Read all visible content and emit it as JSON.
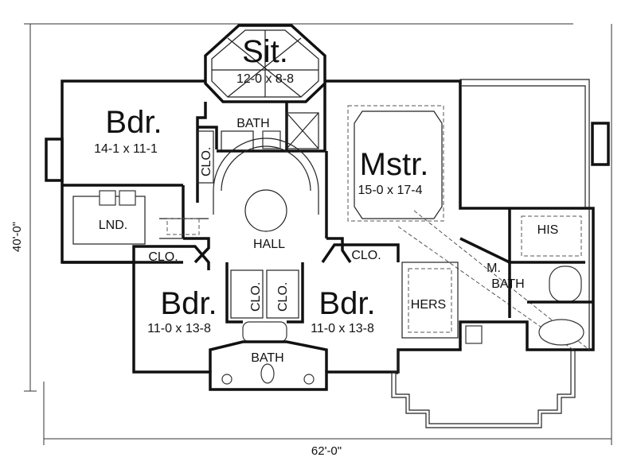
{
  "rooms": {
    "sitting": {
      "name": "Sit.",
      "size": "12-0 x 8-8"
    },
    "bedroom_nw": {
      "name": "Bdr.",
      "size": "14-1 x 11-1"
    },
    "master": {
      "name": "Mstr.",
      "size": "15-0 x 17-4"
    },
    "bedroom_sw": {
      "name": "Bdr.",
      "size": "11-0 x 13-8"
    },
    "bedroom_se": {
      "name": "Bdr.",
      "size": "11-0 x 13-8"
    }
  },
  "labels": {
    "bath_top": "BATH",
    "bath_bottom": "BATH",
    "clo_vert_top": "CLO.",
    "clo_left": "CLO.",
    "clo_right": "CLO.",
    "clo_vert_a": "CLO.",
    "clo_vert_b": "CLO.",
    "laundry": "LND.",
    "hall": "HALL",
    "his": "HIS",
    "hers": "HERS",
    "m_bath_1": "M.",
    "m_bath_2": "BATH"
  },
  "dimensions": {
    "depth": "40'-0\"",
    "width": "62'-0\""
  }
}
